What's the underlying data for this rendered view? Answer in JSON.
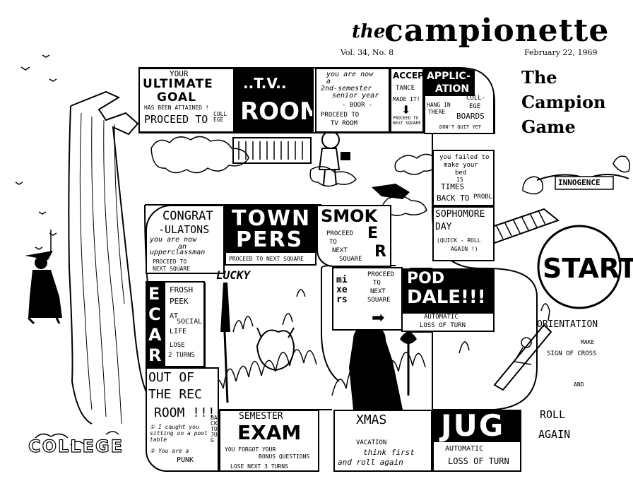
{
  "masthead": {
    "name_prefix": "the",
    "name": "campionette",
    "volume": "Vol. 34, No. 8",
    "date": "February 22, 1969"
  },
  "game_title": [
    "The",
    "Campion",
    "Game"
  ],
  "start": "START",
  "banner": "INNOGENCE",
  "college_sign": "COLLEGE",
  "squares": {
    "goal": {
      "l1": "YOUR",
      "l2": "ULTIMATE",
      "l3": "GOAL",
      "l4": "HAS BEEN ATTAINED !",
      "l5": "PROCEED TO",
      "l6": "COLL EGE"
    },
    "tv_room": {
      "l1": "..T.V..",
      "l2": "ROOM"
    },
    "senior": {
      "l1": "you are now",
      "l2": "a",
      "l3": "2nd-semester",
      "l4": "senior year",
      "l5": "- BOOR -",
      "l6": "PROCEED TO",
      "l7": "TV ROOM"
    },
    "acceptance": {
      "l1": "ACCEP-",
      "l2": "TANCE",
      "l3": "MADE IT!",
      "l4": "PROCEED TO NEXT SQUARE"
    },
    "application": {
      "l1": "APPLIC-",
      "l2": "ATION"
    },
    "college_boards": {
      "l1": "HANG IN",
      "l2": "THERE",
      "l3": "COLL-",
      "l4": "EGE",
      "l5": "BOARDS",
      "l6": "DON'T QUIT YET"
    },
    "bed": {
      "l1": "you failed to",
      "l2": "make your",
      "l3": "bed",
      "l4": "15",
      "l5": "TIMES",
      "l6": "BACK TO",
      "l7": "PROBLE"
    },
    "sophomore": {
      "l1": "SOPHOMORE",
      "l2": "DAY",
      "l3": "(QUICK - ROLL",
      "l4": "AGAIN !)"
    },
    "congrat": {
      "l1": "CONGRAT",
      "l2": "-ULATONS",
      "l3": "you are now",
      "l4": "an",
      "l5": "upperclassman",
      "l6": "PROCEED TO",
      "l7": "NEXT SQUARE"
    },
    "townpers": {
      "l1": "TOWN",
      "l2": "PERS",
      "l3": "PROCEED TO NEXT SQUARE"
    },
    "smoker": {
      "l1": "SMOK",
      "l2": "PROCEED",
      "l3": "TO",
      "l4": "NEXT",
      "l5": "SQUARE",
      "l6": "E",
      "l7": "R"
    },
    "mixers": {
      "l1": "mixers",
      "l2": "PROCEED",
      "l3": "TO",
      "l4": "NEXT",
      "l5": "SQUARE"
    },
    "poddale": {
      "l1": "POD",
      "l2": "DALE!!!",
      "l3": "AUTOMATIC",
      "l4": "LOSS OF TURN"
    },
    "lucky": {
      "l1": "LUCKY"
    },
    "ecar": {
      "l1": "ECAR"
    },
    "frosh": {
      "l1": "FROSH",
      "l2": "PEEK",
      "l3": "AT",
      "l4": "SOCIAL",
      "l5": "LIFE",
      "l6": "LOSE",
      "l7": "2 TURNS"
    },
    "rec_room": {
      "l1": "OUT OF",
      "l2": "THE REC",
      "l3": "ROOM !!!",
      "l4": "① I caught you sitting on a pool table",
      "l5": "② You are a",
      "l6": "PUNK",
      "l7": "BACK TO JUG"
    },
    "semester_exam": {
      "l1": "SEMESTER",
      "l2": "EXAM",
      "l3": "YOU FORGOT YOUR",
      "l4": "BONUS QUESTIONS",
      "l5": "LOSE NEXT 3 TURNS"
    },
    "xmas": {
      "l1": "XMAS",
      "l2": "VACATION",
      "l3": "think first",
      "l4": "and roll again"
    },
    "jug": {
      "l1": "JUG",
      "l2": "AUTOMATIC",
      "l3": "LOSS OF TURN"
    },
    "orientation": {
      "l1": "ORIENTATION",
      "l2": "MAKE",
      "l3": "SIGN OF CROSS",
      "l4": "AND",
      "l5": "ROLL",
      "l6": "AGAIN"
    }
  }
}
